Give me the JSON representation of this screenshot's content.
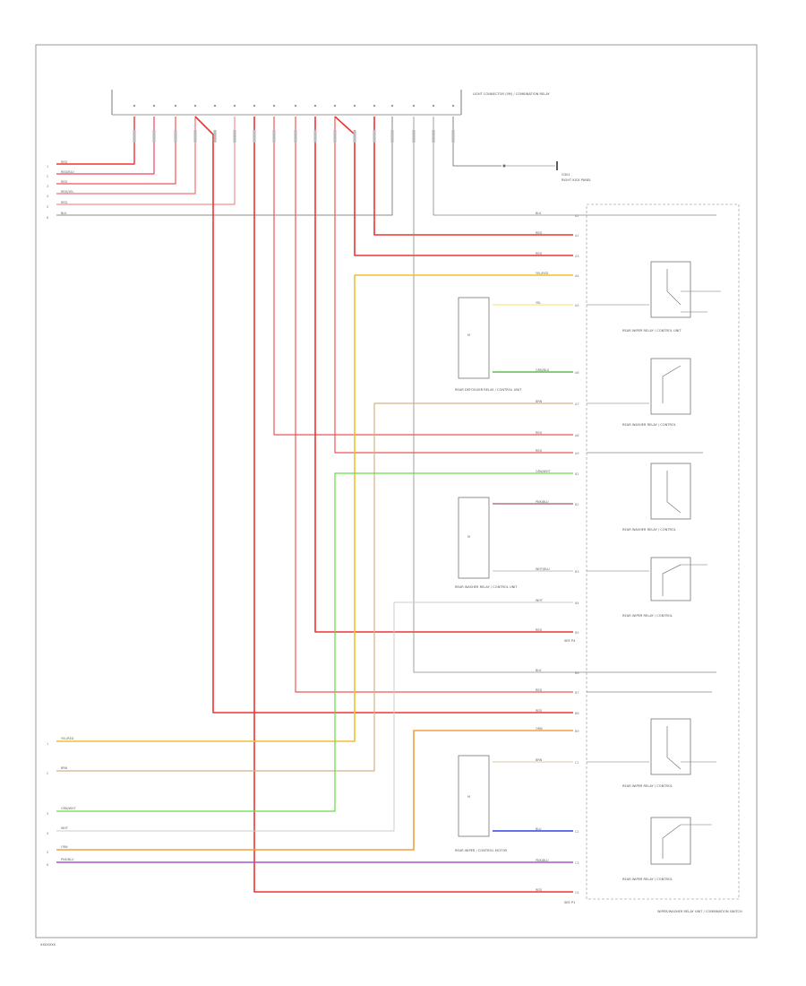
{
  "diagram": {
    "border_color": "#999999",
    "connector_label": "LIGHT CONNECTOR (5M) / COMBINATION RELAY",
    "footer_code": "XXXXXXX",
    "ground_label": "G301",
    "ground_desc": "RIGHT KICK PANEL",
    "junction_label_1": "SEE P4",
    "junction_label_2": "SEE P1",
    "module_label": "WIPER/WASHER RELAY UNIT / COMBINATION SWITCH",
    "components": {
      "heater_1": "REAR DEFOGGER RELAY / CONTROL UNIT",
      "heater_2": "REAR WASHER RELAY / CONTROL UNIT",
      "heater_3": "REAR WIPER / CONTROL MOTOR",
      "relay_1": "REAR WIPER RELAY / CONTROL UNIT",
      "relay_2": "REAR WASHER RELAY / CONTROL",
      "relay_3": "REAR WASHER RELAY / CONTROL",
      "relay_4": "REAR WIPER RELAY / CONTROL",
      "relay_5": "REAR WIPER RELAY / CONTROL",
      "relay_6": "REAR WIPER RELAY / CONTROL"
    },
    "left_wires": [
      {
        "num": "1",
        "color_label": "RED",
        "color": "#ee3333"
      },
      {
        "num": "2",
        "color_label": "RED/BLU",
        "color": "#ee4466"
      },
      {
        "num": "3",
        "color_label": "RED",
        "color": "#ee5555"
      },
      {
        "num": "4",
        "color_label": "RED/YEL",
        "color": "#f07070"
      },
      {
        "num": "5",
        "color_label": "RED",
        "color": "#f09090"
      },
      {
        "num": "6",
        "color_label": "BLK",
        "color": "#666666"
      }
    ],
    "bottom_wires": [
      {
        "num": "1",
        "color_label": "YEL/RED",
        "color": "#f0c030"
      },
      {
        "num": "2",
        "color_label": "BRN",
        "color": "#d8b080"
      },
      {
        "num": "3",
        "color_label": "GRN/WHT",
        "color": "#66dd44"
      },
      {
        "num": "4",
        "color_label": "WHT",
        "color": "#cccccc"
      },
      {
        "num": "5",
        "color_label": "ORN",
        "color": "#f0a040"
      },
      {
        "num": "6",
        "color_label": "PNK/BLU",
        "color": "#aa55cc"
      }
    ],
    "right_wires": [
      {
        "color_label": "BLK",
        "pin": "A1"
      },
      {
        "color_label": "RED",
        "pin": "A2"
      },
      {
        "color_label": "RED",
        "pin": "A3"
      },
      {
        "color_label": "YEL/RED",
        "pin": "A4"
      },
      {
        "color_label": "YEL",
        "pin": "A5"
      },
      {
        "color_label": "GRN/BLU",
        "pin": "A6"
      },
      {
        "color_label": "BRN",
        "pin": "A7"
      },
      {
        "color_label": "RED",
        "pin": "A8"
      },
      {
        "color_label": "RED",
        "pin": "A9"
      },
      {
        "color_label": "GRN/WHT",
        "pin": "B1"
      },
      {
        "color_label": "PNK/BLU",
        "pin": "B2"
      },
      {
        "color_label": "WHT/BLU",
        "pin": "B3"
      },
      {
        "color_label": "WHT",
        "pin": "B4"
      },
      {
        "color_label": "RED",
        "pin": "B5"
      },
      {
        "color_label": "BLK",
        "pin": "B6"
      },
      {
        "color_label": "RED",
        "pin": "B7"
      },
      {
        "color_label": "RED",
        "pin": "B8"
      },
      {
        "color_label": "ORN",
        "pin": "B9"
      },
      {
        "color_label": "BRN",
        "pin": "C1"
      },
      {
        "color_label": "BLU",
        "pin": "C2"
      },
      {
        "color_label": "PNK/BLU",
        "pin": "C3"
      },
      {
        "color_label": "RED",
        "pin": "C4"
      }
    ]
  }
}
